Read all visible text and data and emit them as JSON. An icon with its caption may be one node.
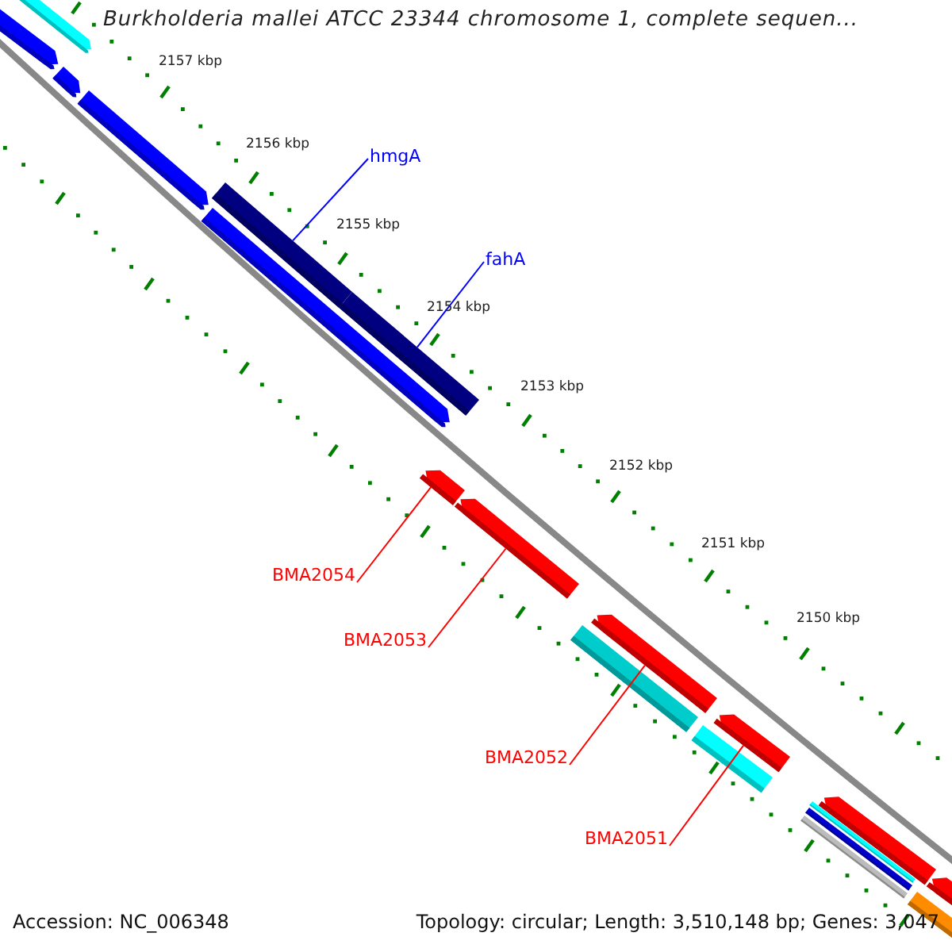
{
  "diagram": {
    "title": "Burkholderia mallei ATCC 23344 chromosome 1, complete sequen...",
    "nodes": [
      {
        "text": [
          "hmgA"
        ]
      },
      {
        "text": [
          "fahA"
        ]
      },
      {
        "text": [
          "BMA2054"
        ]
      },
      {
        "text": [
          "BMA2053"
        ]
      },
      {
        "text": [
          "BMA2052"
        ]
      },
      {
        "text": [
          "BMA2051"
        ]
      },
      {
        "text": [],
        "shape": "bar"
      },
      {
        "text": [],
        "shape": "bar"
      },
      {
        "text": [],
        "shape": "bar"
      },
      {
        "text": [],
        "shape": "bar"
      },
      {
        "text": [],
        "shape": "bar"
      },
      {
        "text": [],
        "shape": "bar"
      },
      {
        "text": [],
        "shape": "bar"
      },
      {
        "text": [],
        "shape": "bar"
      },
      {
        "text": [],
        "shape": "bar"
      },
      {
        "text": [],
        "shape": "bar"
      },
      {
        "text": [],
        "shape": "bar"
      },
      {
        "text": [],
        "shape": "bar"
      },
      {
        "text": [],
        "shape": "bar"
      },
      {
        "text": [],
        "shape": "bar"
      },
      {
        "text": [],
        "shape": "bar"
      },
      {
        "text": [],
        "shape": "bar"
      },
      {
        "text": [],
        "shape": "bar"
      },
      {
        "text": [],
        "shape": "bar"
      },
      {
        "text": [],
        "shape": "bar"
      }
    ],
    "edges": [
      {
        "from": 0,
        "to": 10,
        "arrow": "none",
        "color": "#0000ff"
      },
      {
        "from": 1,
        "to": 12,
        "arrow": "none",
        "color": "#0000ff"
      },
      {
        "from": 2,
        "to": 13,
        "arrow": "none"
      },
      {
        "from": 3,
        "to": 14,
        "arrow": "none"
      },
      {
        "from": 4,
        "to": 15,
        "arrow": "none"
      },
      {
        "from": 5,
        "to": 17,
        "arrow": "none"
      }
    ],
    "labels": [
      "2157 kbp",
      "2156 kbp",
      "2155 kbp",
      "2154 kbp",
      "2153 kbp",
      "2152 kbp",
      "2151 kbp",
      "2150 kbp",
      "Accession: NC_006348",
      "Topology: circular; Length: 3,510,148 bp; Genes: 3,047"
    ]
  }
}
